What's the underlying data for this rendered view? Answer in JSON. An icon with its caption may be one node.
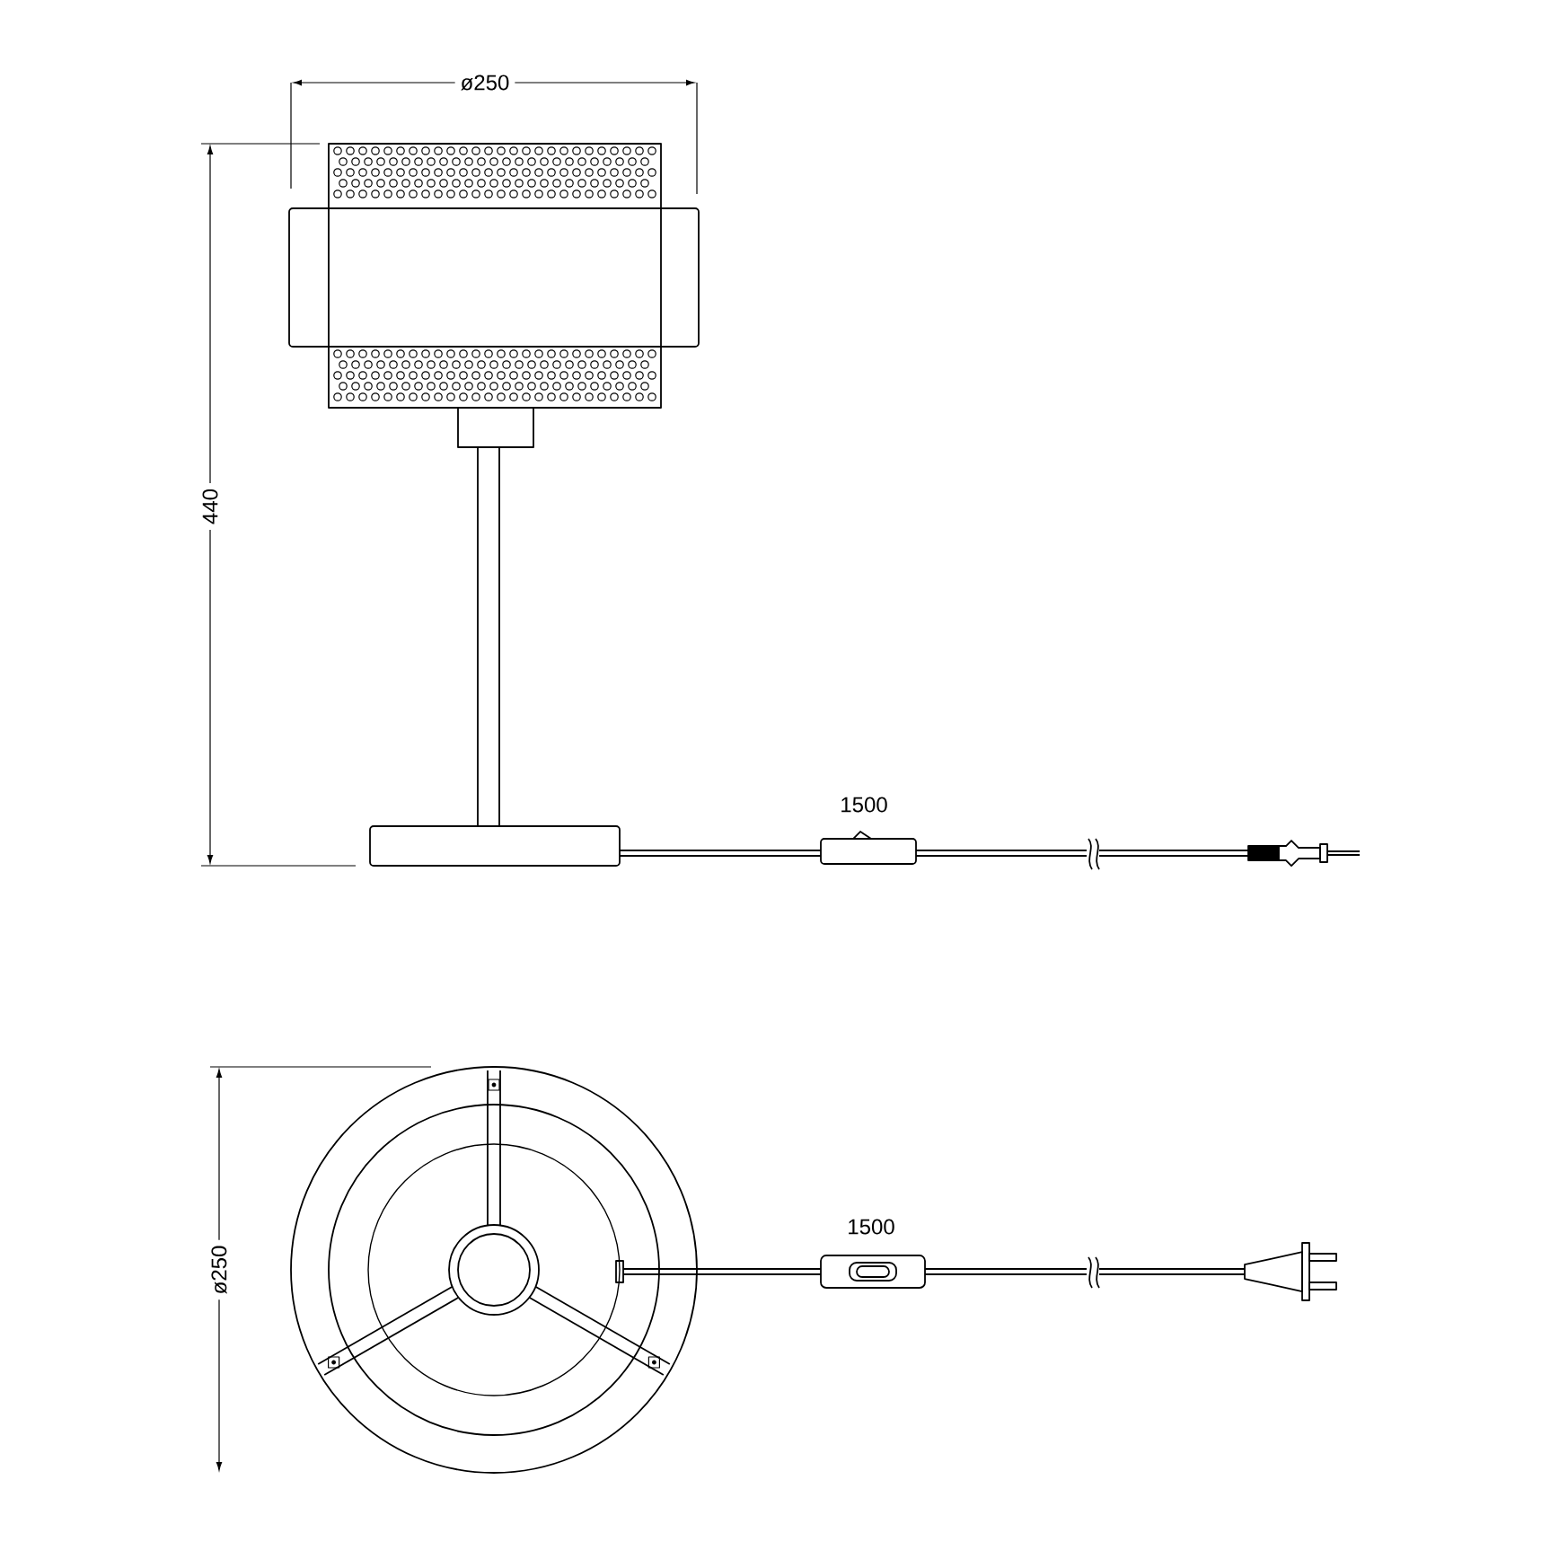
{
  "diagram": {
    "labels": [
      "ø250",
      "440",
      "1500",
      "1500",
      "ø250"
    ]
  }
}
